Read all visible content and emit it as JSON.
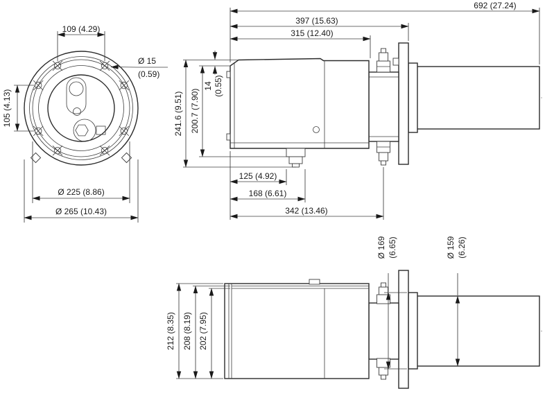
{
  "views": {
    "front": {
      "dim_hole_spacing_horizontal": "109 (4.29)",
      "dim_hole_spacing_vertical": "105 (4.13)",
      "dim_hole_diameter_mm": "Ø 15",
      "dim_hole_diameter_in": "(0.59)",
      "dim_bolt_circle_diameter": "Ø 225 (8.86)",
      "dim_outer_diameter": "Ø 265 (10.43)"
    },
    "side": {
      "dim_overall_length": "692 (27.24)",
      "dim_length_to_flange": "397 (15.63)",
      "dim_housing_length": "315 (12.40)",
      "dim_lid_offset_mm": "14",
      "dim_lid_offset_in": "(0.55)",
      "dim_overall_height": "241.6 (9.51)",
      "dim_housing_height": "200.7 (7.90)",
      "dim_nozzle_start": "125 (4.92)",
      "dim_nozzle_end": "168 (6.61)",
      "dim_purge_port": "342 (13.46)"
    },
    "plan": {
      "dim_flange_collar_diameter_mm": "Ø 169",
      "dim_flange_collar_diameter_in": "(6.65)",
      "dim_tube_diameter_mm": "Ø 159",
      "dim_tube_diameter_in": "(6.26)",
      "dim_overall_width": "212 (8.35)",
      "dim_housing_width": "208 (8.19)",
      "dim_inner_width": "202 (7.95)"
    }
  }
}
